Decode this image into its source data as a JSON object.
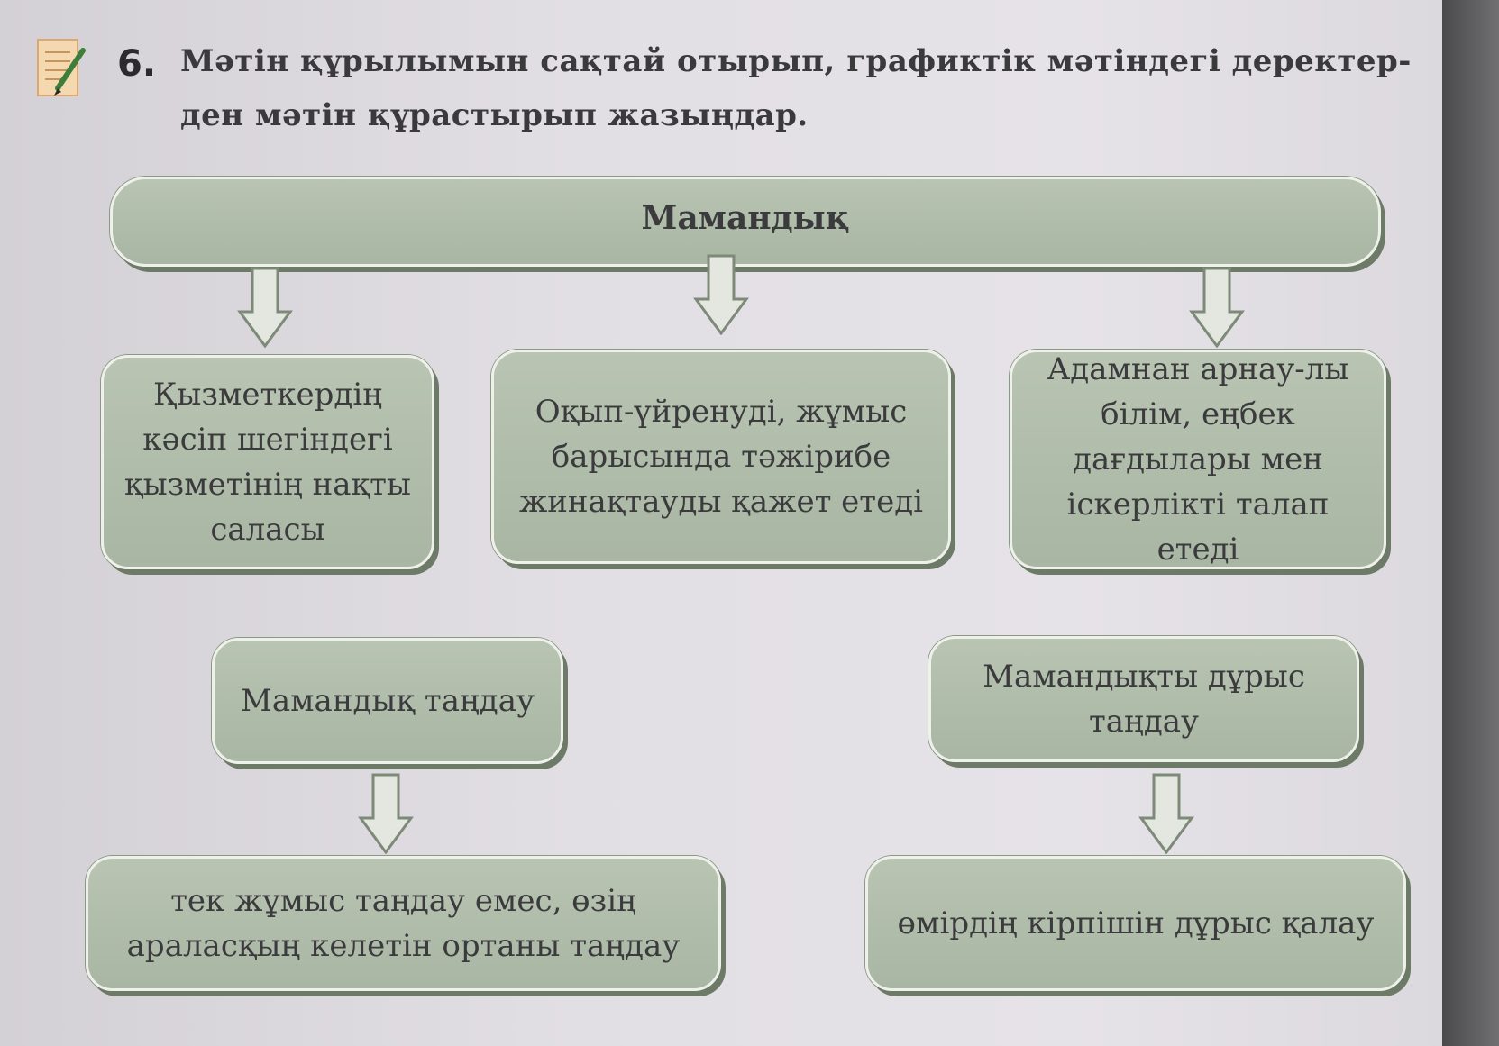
{
  "task": {
    "number": "6.",
    "text": "Мәтін құрылымын сақтай отырып, графиктік мәтіндегі деректер-ден мәтін құрастырып жазыңдар."
  },
  "diagram": {
    "root": "Мамандық",
    "definitions": [
      "Қызметкердің кәсіп шегіндегі қызметінің нақты саласы",
      "Оқып-үйренуді, жұмыс барысында тәжірибе жинақтауды қажет етеді",
      "Адамнан арнау-лы білім, еңбек дағдылары мен іскерлікті талап етеді"
    ],
    "left_branch": {
      "title": "Мамандық таңдау",
      "result": "тек жұмыс таңдау емес, өзің араласқың келетін ортаны таңдау"
    },
    "right_branch": {
      "title": "Мамандықты дұрыс таңдау",
      "result": "өмірдің кірпішін дұрыс қалау"
    }
  },
  "colors": {
    "box_fill": "#b2bead",
    "box_border": "#eef0ea",
    "box_shadow": "#6d7a67",
    "arrow_fill": "#e4e6e0",
    "arrow_stroke": "#7d8a78"
  }
}
